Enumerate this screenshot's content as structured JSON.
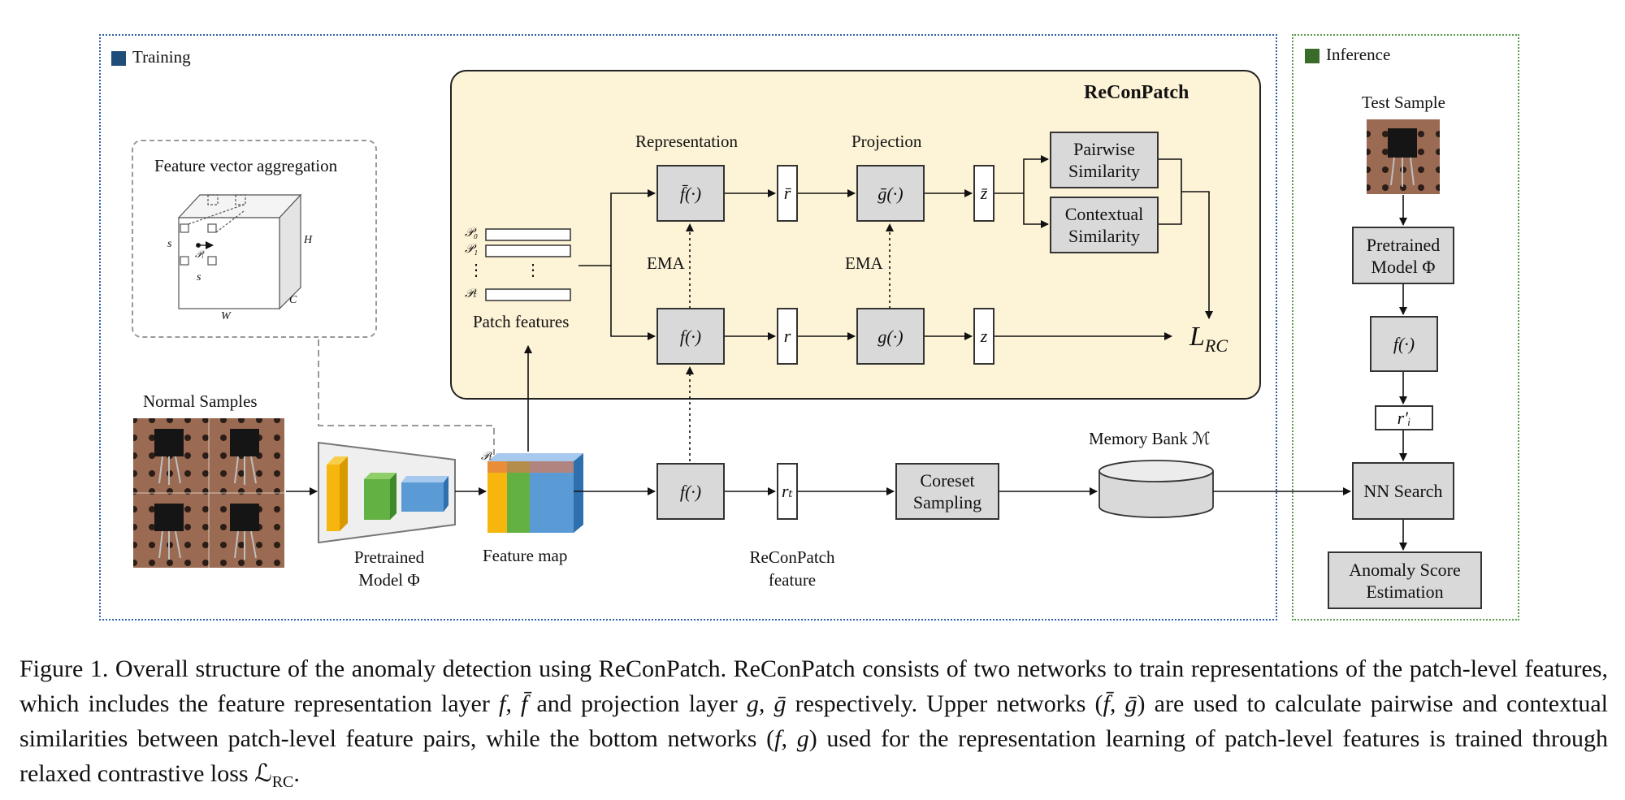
{
  "training": {
    "legend_label": "Training",
    "legend_color": "#1f4e79"
  },
  "inference": {
    "legend_label": "Inference",
    "legend_color": "#3a6b2a"
  },
  "recon": {
    "title": "ReConPatch"
  },
  "aggregation": {
    "title": "Feature vector aggregation",
    "dim_s1": "s",
    "dim_s2": "s",
    "dim_h": "H",
    "dim_w": "W",
    "dim_c": "C",
    "center": "𝒫ᵢ"
  },
  "labels": {
    "representation": "Representation",
    "projection": "Projection",
    "ema1": "EMA",
    "ema2": "EMA",
    "patch_features": "Patch features",
    "normal_samples": "Normal Samples",
    "pretrained_model": "Pretrained Model Φ",
    "feature_map": "Feature map",
    "reconpatch_feature": "ReConPatch feature",
    "memory_bank": "Memory Bank ℳ",
    "test_sample": "Test Sample",
    "loss": "L",
    "loss_sub": "RC",
    "fm_patch": "𝒫ₜ"
  },
  "patches": {
    "p0": "𝒫₀",
    "p1": "𝒫₁",
    "dots": "⋮",
    "pt": "𝒫ₜ"
  },
  "boxes": {
    "f_bar_top": "f̄(·)",
    "r_bar": "r̄",
    "g_bar_top": "ḡ(·)",
    "z_bar": "z̄",
    "pairwise": "Pairwise Similarity",
    "contextual": "Contextual Similarity",
    "f_bottom": "f(·)",
    "r_bottom": "r",
    "g_bottom": "g(·)",
    "z_bottom": "z",
    "f_main": "f(·)",
    "r_t": "rₜ",
    "coreset": "Coreset Sampling",
    "inf_pretrained": "Pretrained Model Φ",
    "inf_f": "f(·)",
    "inf_r": "r′ᵢ",
    "nn_search": "NN Search",
    "anomaly": "Anomaly Score Estimation"
  },
  "caption": {
    "p1": "Figure 1. Overall structure of the anomaly detection using ReConPatch. ReConPatch consists of two networks to train representations of the patch-level features, which includes the feature representation layer ",
    "p2": "f, f̄",
    "p3": " and projection layer ",
    "p4": "g, ḡ",
    "p5": " respectively. Upper networks (",
    "p6": "f̄, ḡ",
    "p7": ") are used to calculate pairwise and contextual similarities between patch-level feature pairs, while the bottom networks (",
    "p8": "f, g",
    "p9": ") used for the representation learning of patch-level features is trained through relaxed contrastive loss ",
    "p10": "ℒ",
    "p11": "RC",
    "p12": "."
  }
}
